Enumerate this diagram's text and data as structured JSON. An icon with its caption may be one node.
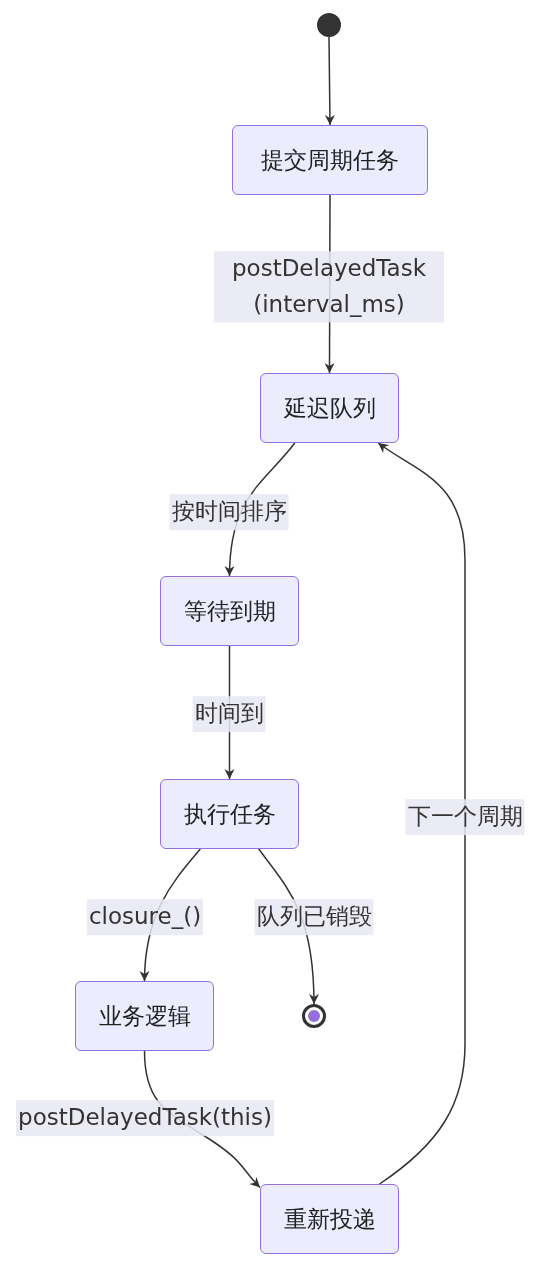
{
  "diagram": {
    "nodes": [
      {
        "text": [],
        "shape": "circle"
      },
      {
        "text": [
          "提交周期任务"
        ]
      },
      {
        "text": [
          "延迟队列"
        ]
      },
      {
        "text": [
          "等待到期"
        ]
      },
      {
        "text": [
          "执行任务"
        ]
      },
      {
        "text": [
          "业务逻辑"
        ]
      },
      {
        "text": [],
        "shape": "circle"
      },
      {
        "text": [
          "重新投递"
        ]
      }
    ],
    "edges": [
      {
        "from": 0,
        "to": 1,
        "arrow": "to"
      },
      {
        "from": 1,
        "to": 2,
        "arrow": "to",
        "label": "postDelayedTask (interval_ms)"
      },
      {
        "from": 2,
        "to": 3,
        "arrow": "to",
        "label": "按时间排序"
      },
      {
        "from": 3,
        "to": 4,
        "arrow": "to",
        "label": "时间到"
      },
      {
        "from": 4,
        "to": 5,
        "arrow": "to",
        "label": "closure_()"
      },
      {
        "from": 4,
        "to": 6,
        "arrow": "to",
        "label": "队列已销毁"
      },
      {
        "from": 5,
        "to": 7,
        "arrow": "to",
        "label": "postDelayedTask(this)"
      },
      {
        "from": 7,
        "to": 2,
        "arrow": "to",
        "label": "下一个周期"
      }
    ]
  }
}
